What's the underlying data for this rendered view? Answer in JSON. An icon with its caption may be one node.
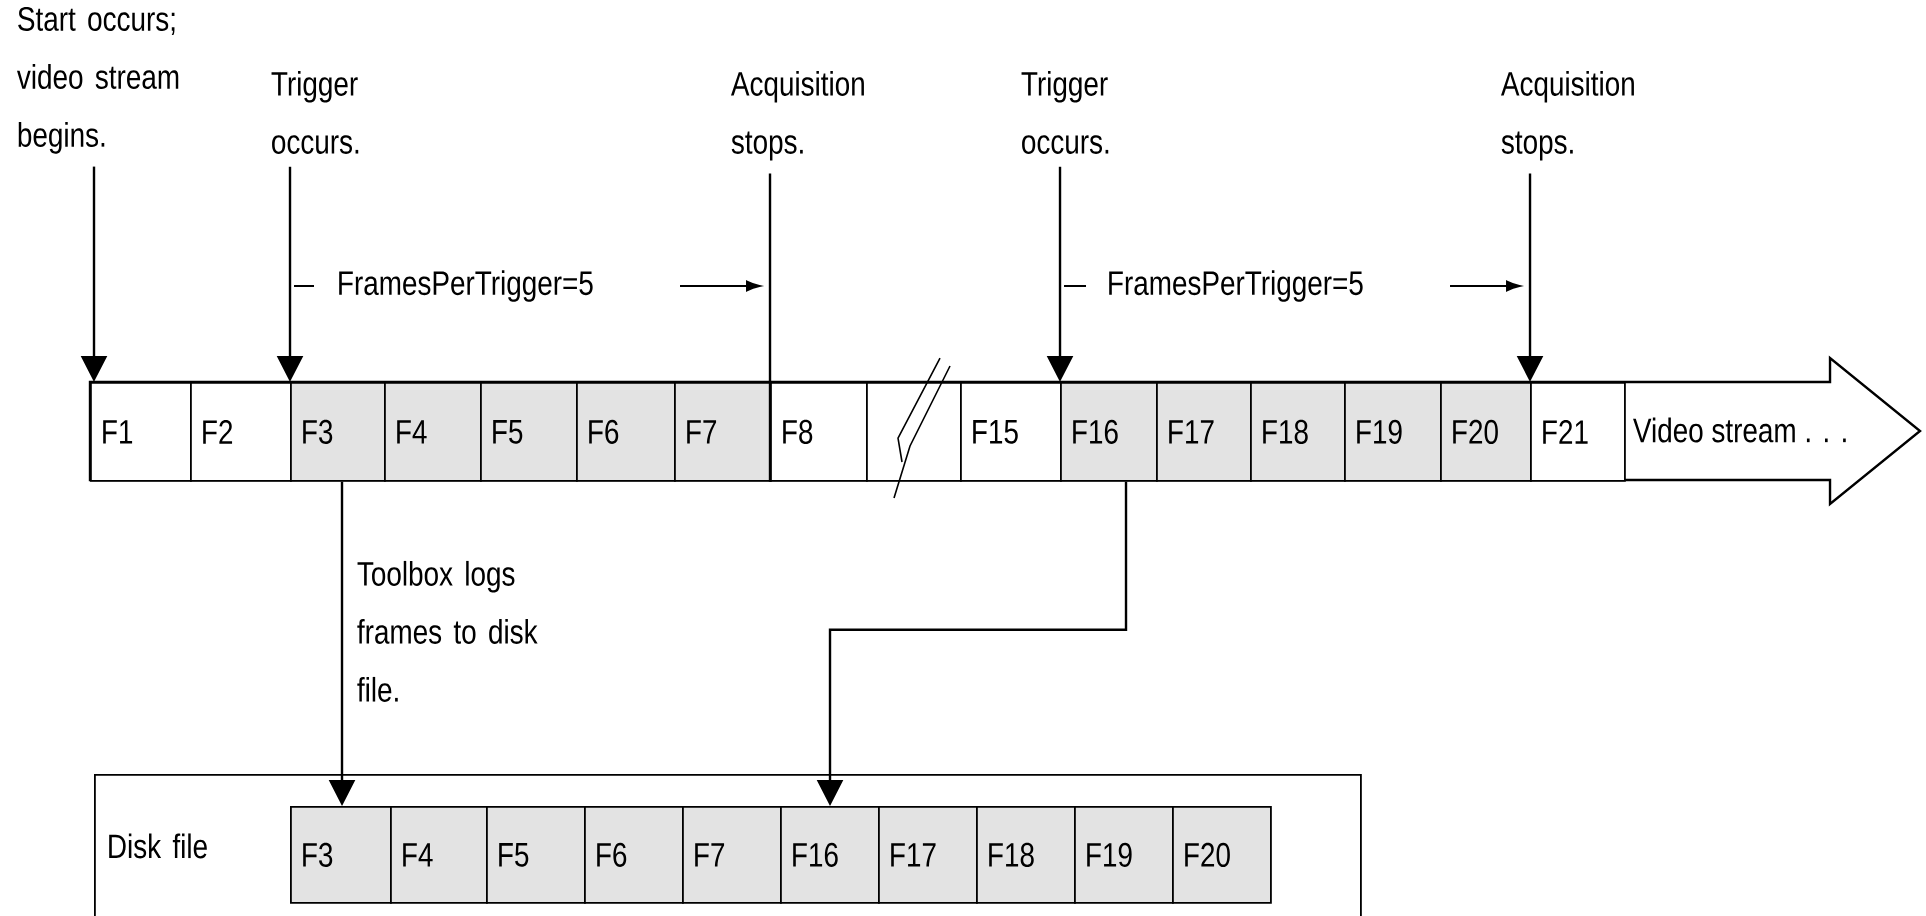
{
  "diagram": {
    "nodes": [
      {
        "text": [
          "Start occurs; video stream begins."
        ]
      },
      {
        "text": [
          "Trigger occurs."
        ]
      },
      {
        "text": [
          "Acquisition stops."
        ]
      },
      {
        "text": [
          "Trigger occurs."
        ]
      },
      {
        "text": [
          "Acquisition stops."
        ]
      },
      {
        "text": [
          "Video stream . . ."
        ]
      },
      {
        "text": [
          "F1"
        ],
        "in": 5
      },
      {
        "text": [
          "F2"
        ],
        "in": 5
      },
      {
        "text": [
          "F3"
        ],
        "in": 5
      },
      {
        "text": [
          "F4"
        ],
        "in": 5
      },
      {
        "text": [
          "F5"
        ],
        "in": 5
      },
      {
        "text": [
          "F6"
        ],
        "in": 5
      },
      {
        "text": [
          "F7"
        ],
        "in": 5
      },
      {
        "text": [
          "F8"
        ],
        "in": 5
      },
      {
        "text": [],
        "shape": "box",
        "in": 5
      },
      {
        "text": [
          "F15"
        ],
        "in": 5
      },
      {
        "text": [
          "F16"
        ],
        "in": 5
      },
      {
        "text": [
          "F17"
        ],
        "in": 5
      },
      {
        "text": [
          "F18"
        ],
        "in": 5
      },
      {
        "text": [
          "F19"
        ],
        "in": 5
      },
      {
        "text": [
          "F20"
        ],
        "in": 5
      },
      {
        "text": [
          "F21"
        ],
        "in": 5
      },
      {
        "text": [
          "Disk file"
        ]
      },
      {
        "text": [
          "F3"
        ],
        "in": 22
      },
      {
        "text": [
          "F4"
        ],
        "in": 22
      },
      {
        "text": [
          "F5"
        ],
        "in": 22
      },
      {
        "text": [
          "F6"
        ],
        "in": 22
      },
      {
        "text": [
          "F7"
        ],
        "in": 22
      },
      {
        "text": [
          "F16"
        ],
        "in": 22
      },
      {
        "text": [
          "F17"
        ],
        "in": 22
      },
      {
        "text": [
          "F18"
        ],
        "in": 22
      },
      {
        "text": [
          "F19"
        ],
        "in": 22
      },
      {
        "text": [
          "F20"
        ],
        "in": 22
      }
    ],
    "edges": [
      {
        "from": 0,
        "to": 6,
        "arrow": "to"
      },
      {
        "from": 1,
        "to": 8,
        "arrow": "to"
      },
      {
        "from": 2,
        "to": 13,
        "arrow": "none"
      },
      {
        "from": 3,
        "to": 16,
        "arrow": "to"
      },
      {
        "from": 4,
        "to": 21,
        "arrow": "to"
      },
      {
        "from": 8,
        "to": 23,
        "arrow": "to"
      },
      {
        "from": 16,
        "to": 28,
        "arrow": "to"
      }
    ],
    "labels": [
      "FramesPerTrigger=5",
      "FramesPerTrigger=5",
      "Toolbox logs frames to disk file."
    ]
  }
}
